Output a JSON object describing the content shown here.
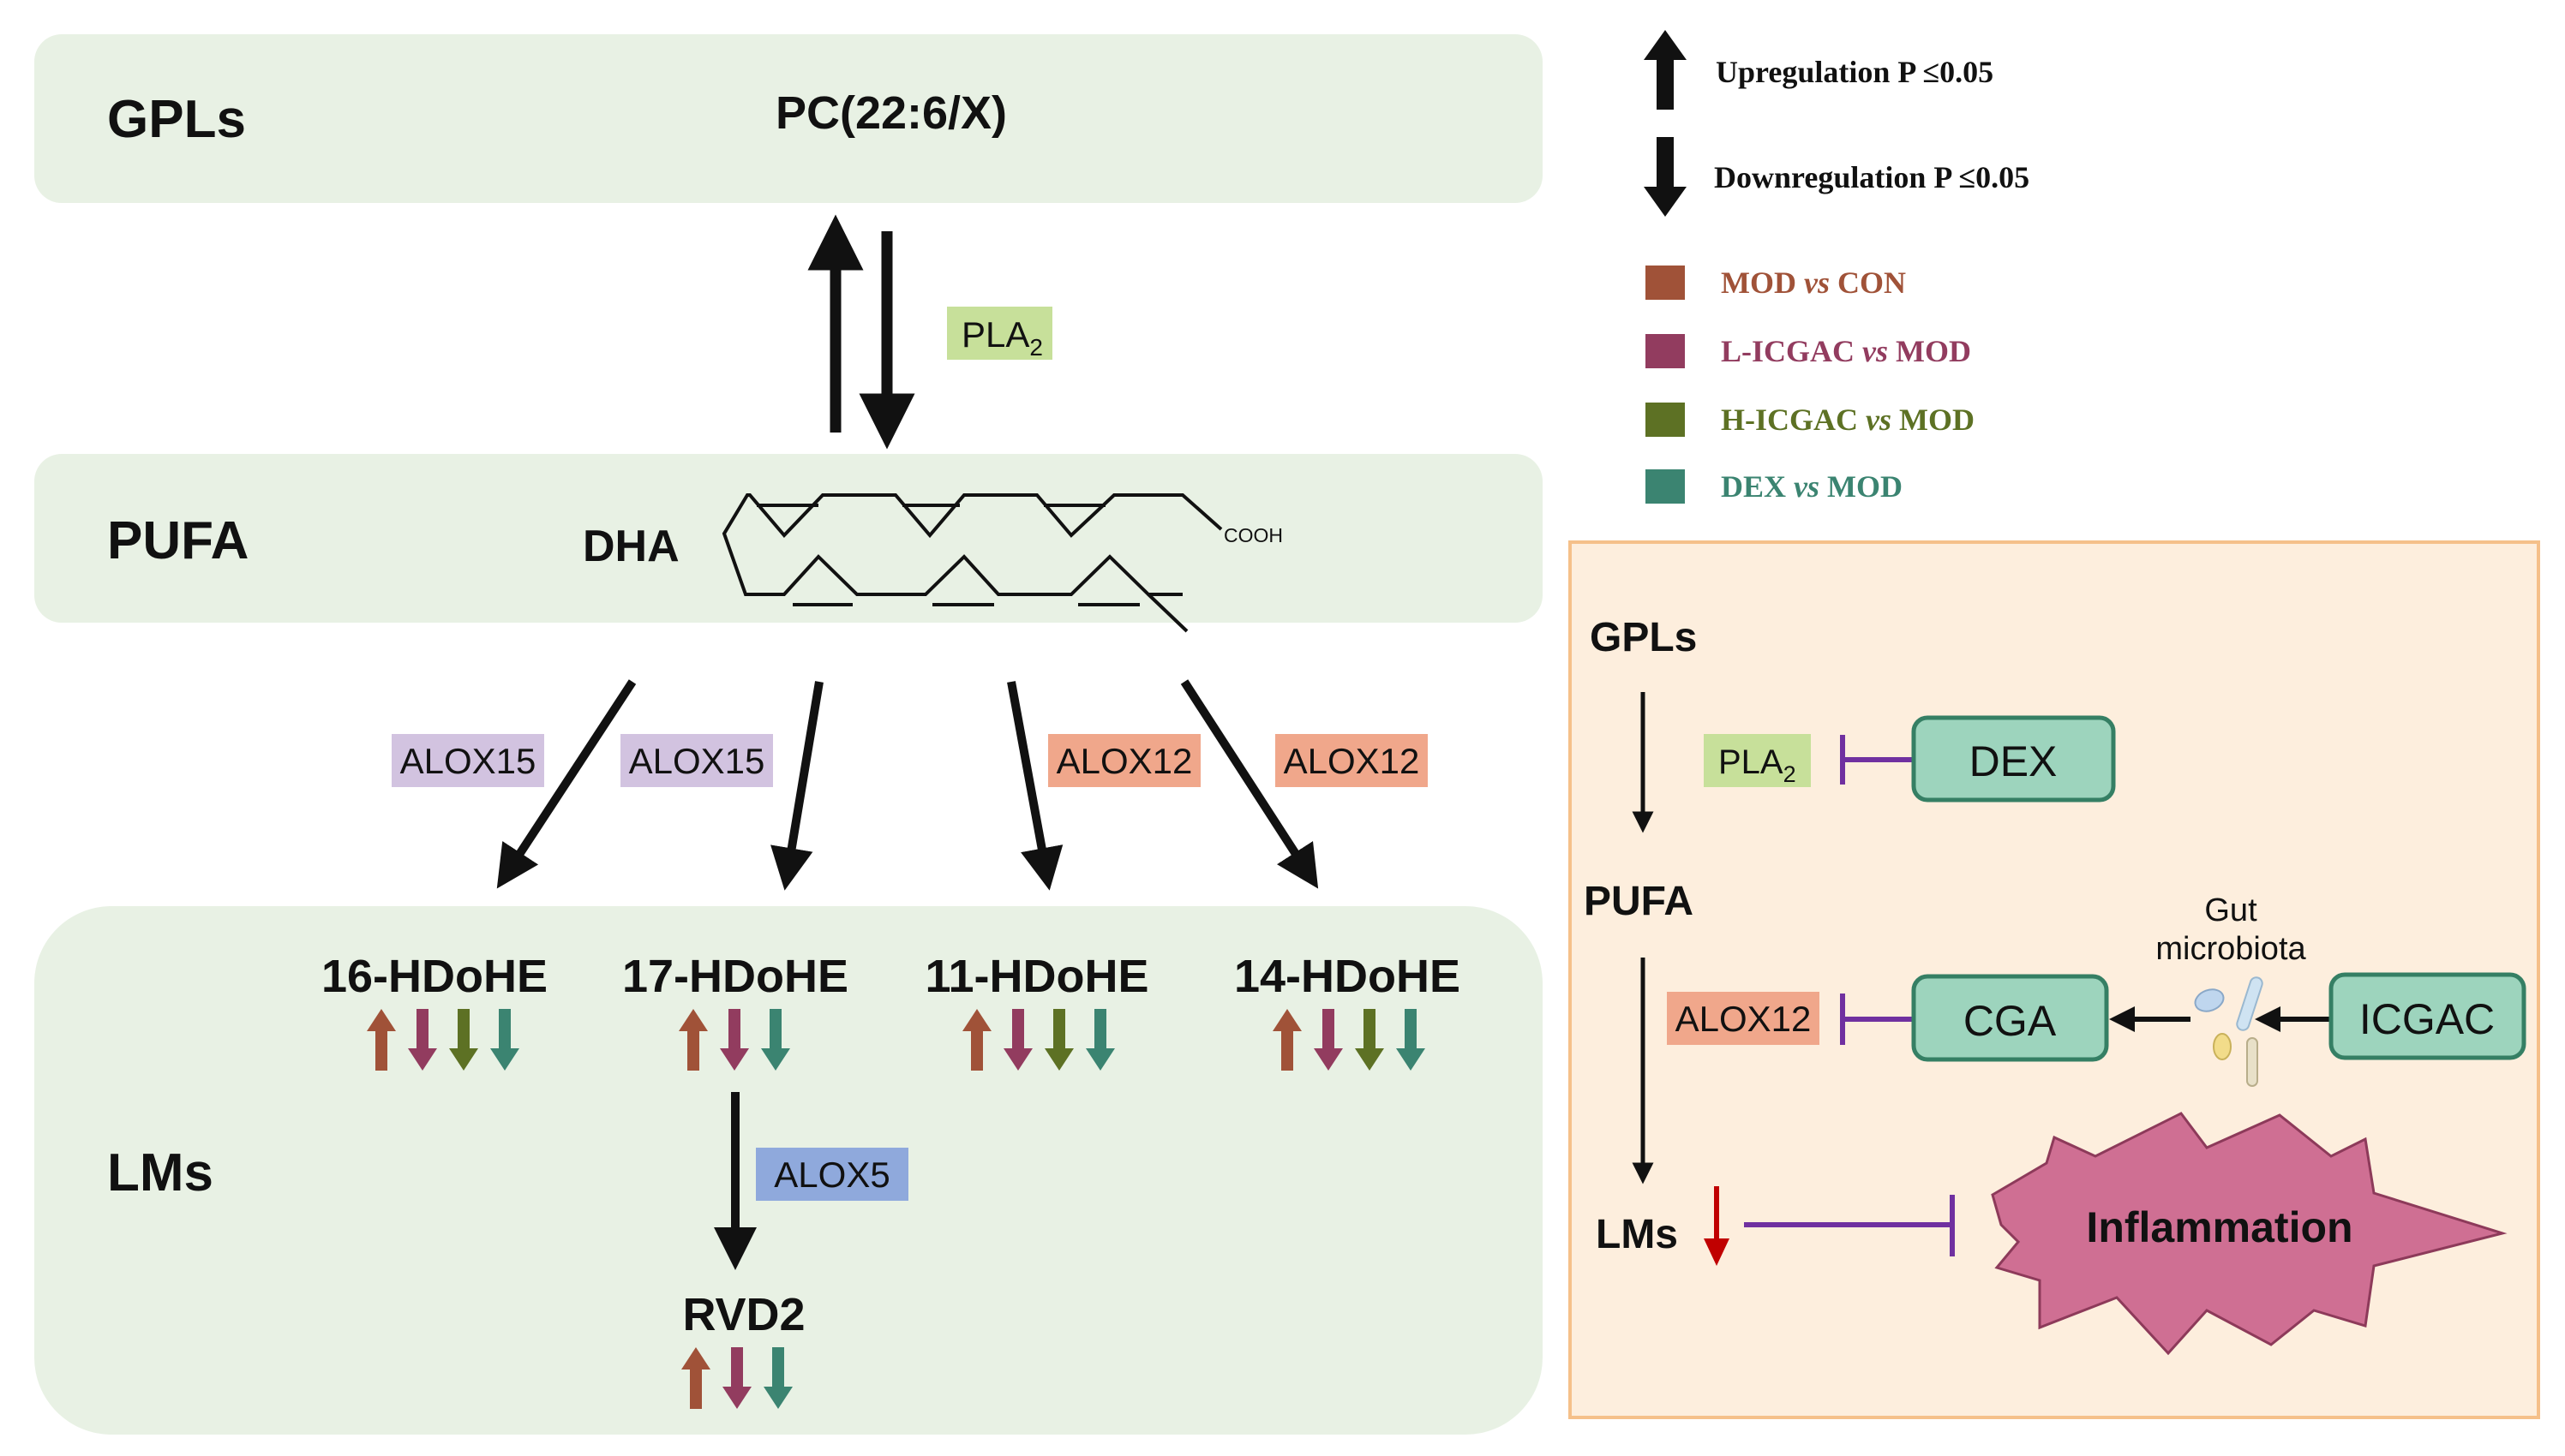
{
  "colors": {
    "panel": "#e8f1e4",
    "side_panel": "#fdeedd",
    "side_border": "#f5c08a",
    "mod_con": "#a05238",
    "licgac_mod": "#923c5f",
    "hicgac_mod": "#5d7124",
    "dex_mod": "#3b8471",
    "alox15": "#d2c3e0",
    "alox12": "#f0a78b",
    "alox5": "#8fa9dc",
    "pla2": "#c7e09a",
    "box_green": "#9dd4bd",
    "box_green_border": "#357f64",
    "inhibit": "#7030a0",
    "down_red": "#c00000",
    "inflammation": "#cf6f93"
  },
  "layers": {
    "gpls": "GPLs",
    "pufa": "PUFA",
    "lms": "LMs"
  },
  "pc_label": "PC(22:6/X)",
  "pla2": {
    "base": "PLA",
    "sub": "2"
  },
  "dha": {
    "label": "DHA",
    "cooh": "COOH"
  },
  "enzymes": {
    "alox15_a": "ALOX15",
    "alox15_b": "ALOX15",
    "alox12_a": "ALOX12",
    "alox12_b": "ALOX12",
    "alox5": "ALOX5"
  },
  "products": {
    "hdohe16": {
      "label": "16-HDoHE",
      "arrows": [
        "up",
        "down",
        "down",
        "down"
      ]
    },
    "hdohe17": {
      "label": "17-HDoHE",
      "arrows": [
        "up",
        "down",
        "down"
      ]
    },
    "hdohe11": {
      "label": "11-HDoHE",
      "arrows": [
        "up",
        "down",
        "down",
        "down"
      ]
    },
    "hdohe14": {
      "label": "14-HDoHE",
      "arrows": [
        "up",
        "down",
        "down",
        "down"
      ]
    },
    "rvd2": {
      "label": "RVD2",
      "arrows": [
        "up",
        "down",
        "down"
      ]
    }
  },
  "legend": {
    "up": "Upregulation P ≤0.05",
    "down": "Downregulation P ≤0.05",
    "groups": [
      {
        "a": "MOD ",
        "vs": "vs",
        "b": " CON",
        "color": "#a05238"
      },
      {
        "a": "L-ICGAC ",
        "vs": "vs",
        "b": " MOD",
        "color": "#923c5f"
      },
      {
        "a": "H-ICGAC ",
        "vs": "vs",
        "b": " MOD",
        "color": "#5d7124"
      },
      {
        "a": "DEX ",
        "vs": "vs",
        "b": " MOD",
        "color": "#3b8471"
      }
    ]
  },
  "side": {
    "gpls": "GPLs",
    "pufa": "PUFA",
    "lms": "LMs",
    "pla2": {
      "base": "PLA",
      "sub": "2"
    },
    "alox12": "ALOX12",
    "dex": "DEX",
    "cga": "CGA",
    "icgac": "ICGAC",
    "gut": "Gut",
    "microbiota": "microbiota",
    "inflammation": "Inflammation"
  }
}
